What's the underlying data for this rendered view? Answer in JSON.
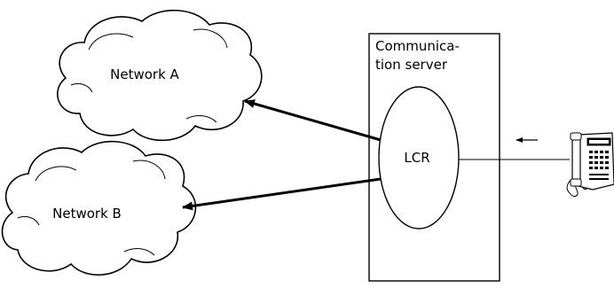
{
  "diagram": {
    "network_a": {
      "label": "Network A"
    },
    "network_b": {
      "label": "Network B"
    },
    "server": {
      "label_line1": "Communica-",
      "label_line2": "tion server"
    },
    "lcr": {
      "label": "LCR"
    }
  },
  "colors": {
    "stroke": "#000000",
    "background": "#ffffff"
  },
  "icons": {
    "telephone": "telephone-icon",
    "direction": "arrow-left-icon"
  }
}
